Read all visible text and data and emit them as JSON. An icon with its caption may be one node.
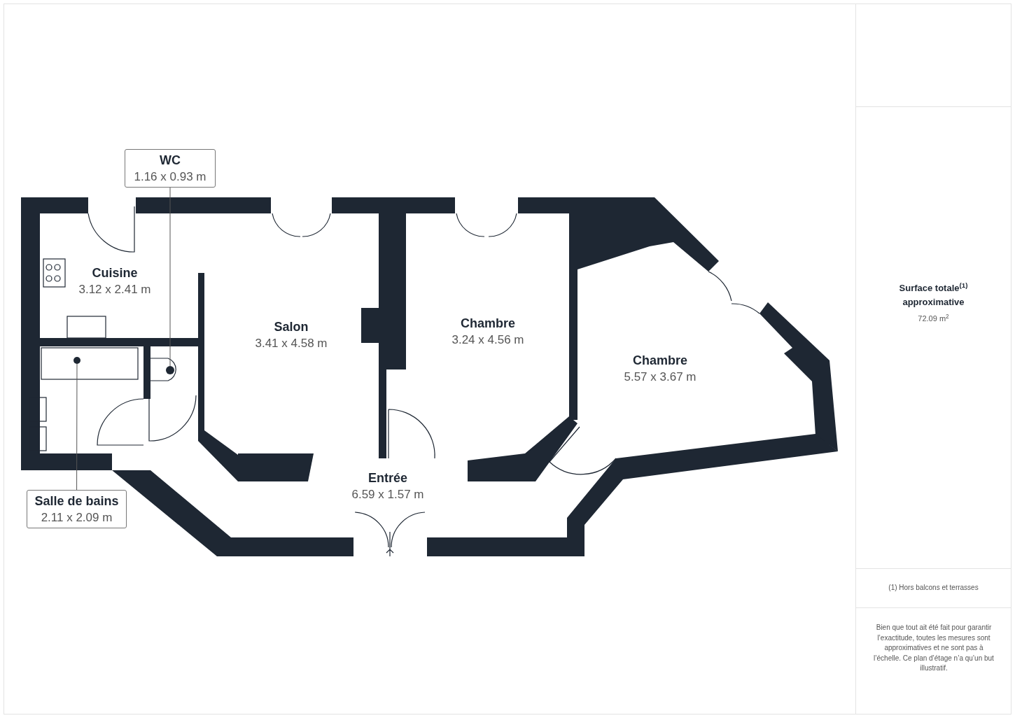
{
  "diagram": {
    "nodes": [
      {
        "text": [
          "WC",
          "1.16 x 0.93 m"
        ]
      },
      {
        "text": [],
        "shape": "circle"
      },
      {
        "text": [
          "Cuisine",
          "3.12 x 2.41 m"
        ]
      },
      {
        "text": [
          "Salon",
          "3.41 x 4.58 m"
        ]
      },
      {
        "text": [
          "Chambre",
          "3.24 x 4.56 m"
        ]
      },
      {
        "text": [
          "Chambre",
          "5.57 x 3.67 m"
        ]
      },
      {
        "text": [
          "Entrée",
          "6.59 x 1.57 m"
        ]
      },
      {
        "text": [
          "Salle de bains",
          "2.11 x 2.09 m"
        ]
      },
      {
        "text": [],
        "shape": "circle"
      }
    ],
    "edges": [
      {
        "from": 0,
        "to": 1,
        "arrow": "none"
      },
      {
        "from": 7,
        "to": 8,
        "arrow": "none"
      }
    ],
    "labels": [
      "Surface totale$^{(1)}$ approximative",
      "72.09 m$^{2}$",
      "(1) Hors balcons et terrasses",
      "Bien que tout ait été fait pour garantir l’exactitude, toutes les mesures sont approximatives et ne sont pas à l’échelle. Ce plan d’étage n’a qu’un but illustratif."
    ]
  }
}
